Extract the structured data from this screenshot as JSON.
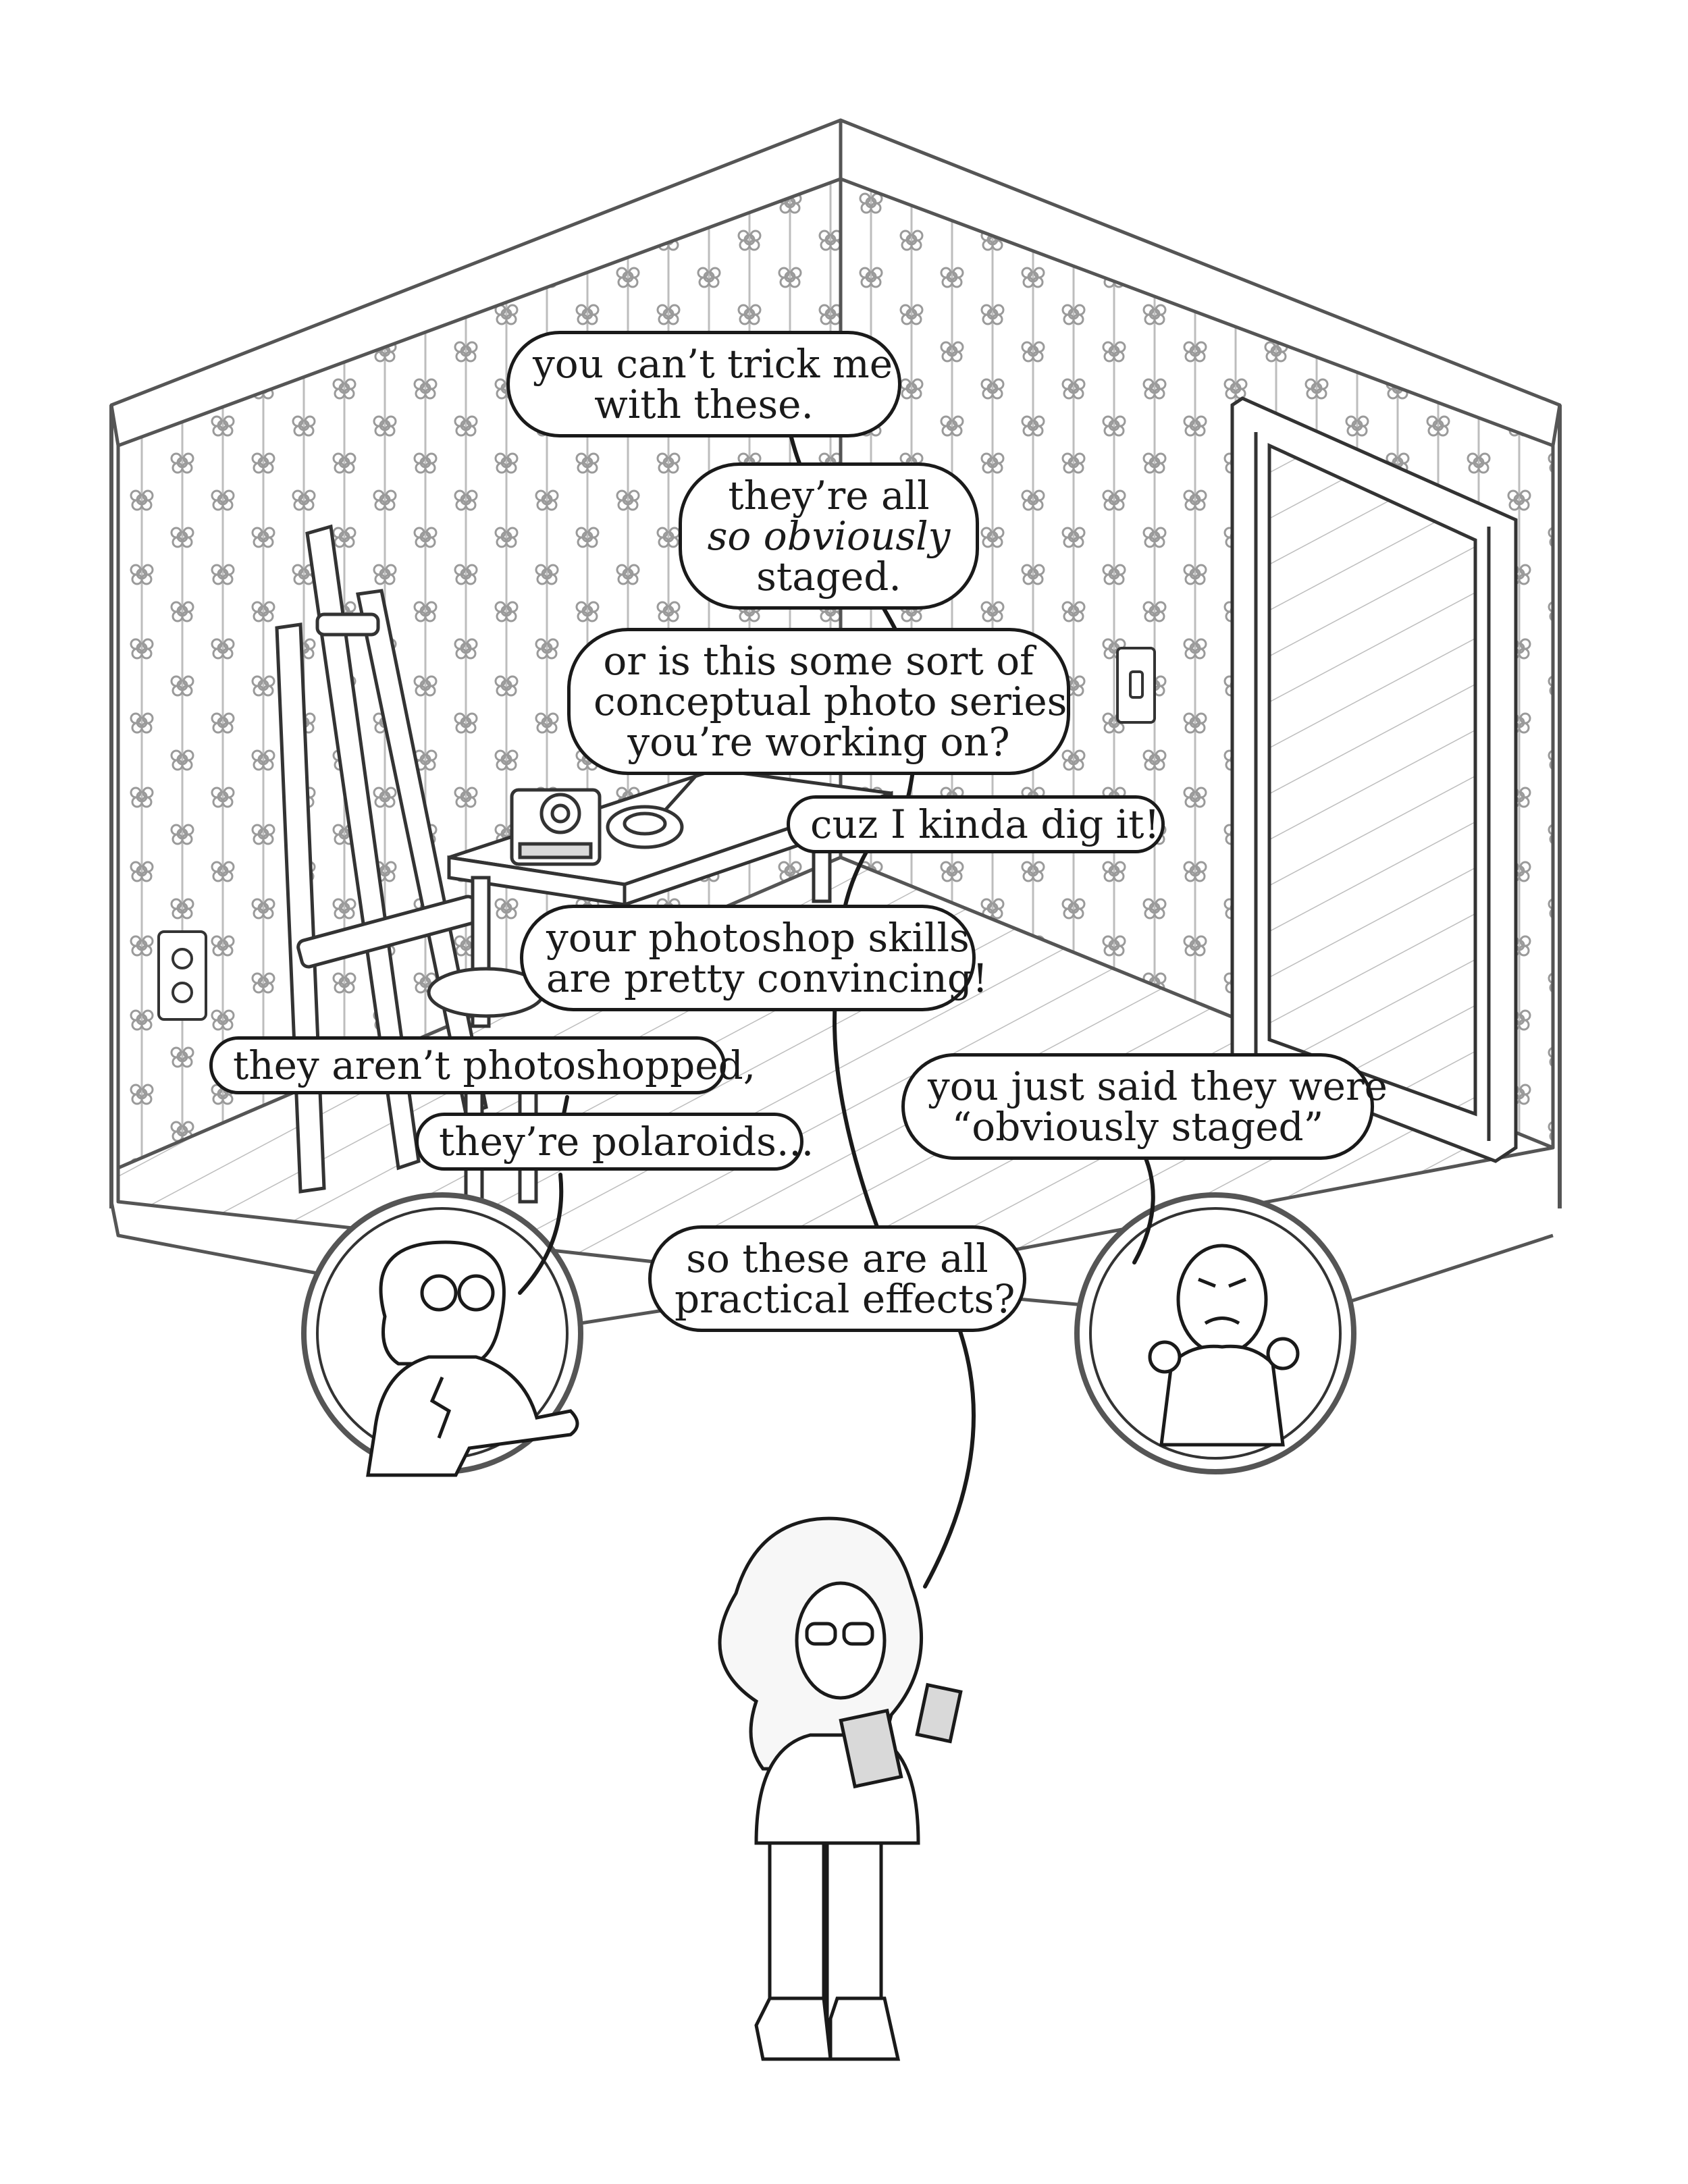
{
  "comic": {
    "bubbles": {
      "b1": {
        "line1": "you can’t trick me",
        "line2": "with these."
      },
      "b2": {
        "line1": "they’re all",
        "line2": "so obviously",
        "line3": "staged."
      },
      "b3": {
        "line1": "or is this some sort of",
        "line2": "conceptual photo series",
        "line3": "you’re working on?"
      },
      "b4": {
        "line1": "cuz I kinda dig it!"
      },
      "b5": {
        "line1": "your photoshop skills",
        "line2": "are pretty convincing!"
      },
      "b6": {
        "line1": "they aren’t photoshopped,"
      },
      "b7": {
        "line1": "they’re polaroids..."
      },
      "b8": {
        "line1": "you just said they were",
        "line2": "“obviously staged”"
      },
      "b9": {
        "line1": "so these are all",
        "line2": "practical effects?"
      }
    },
    "colors": {
      "ink": "#1a1a1a",
      "paper": "#ffffff",
      "shade": "#d9d9d9",
      "wall": "#f2f2f2"
    }
  }
}
